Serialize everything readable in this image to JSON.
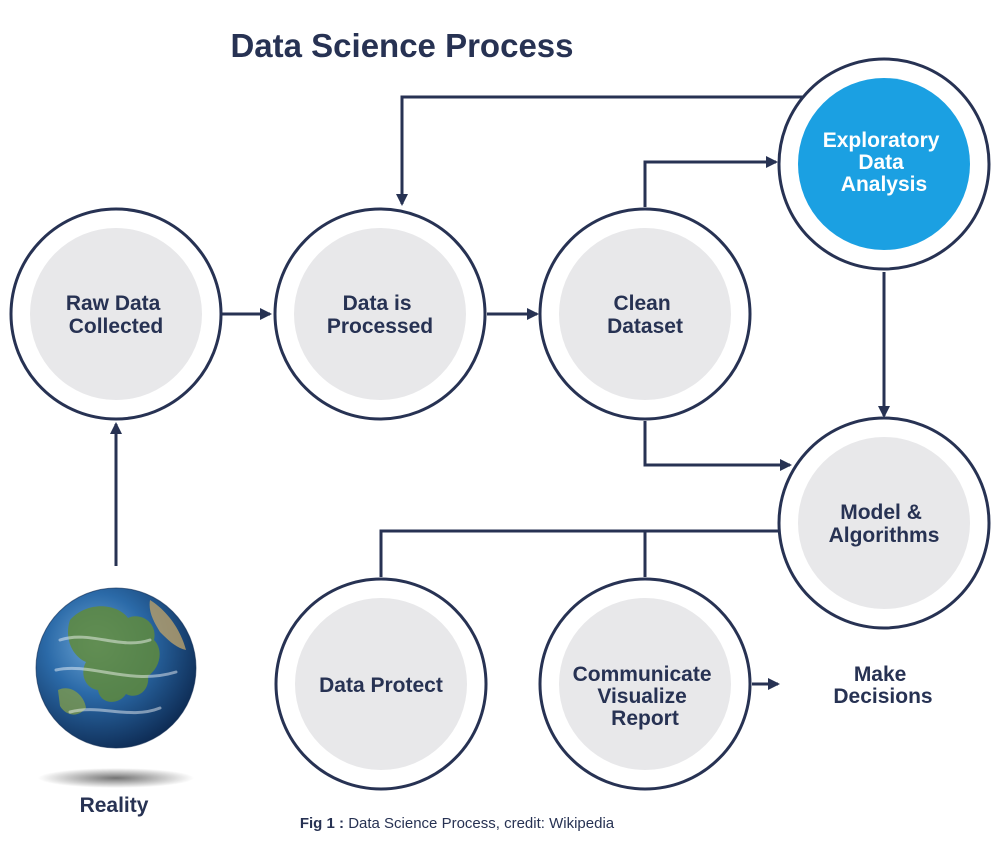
{
  "title": "Data Science Process",
  "caption": {
    "prefix": "Fig 1 :",
    "text": " Data Science Process, credit: Wikipedia"
  },
  "colors": {
    "stroke": "#273253",
    "text": "#273253",
    "inner_fill": "#e8e8ea",
    "highlight_fill": "#1ba0e2",
    "highlight_text": "#ffffff"
  },
  "nodes": {
    "raw": {
      "lines": [
        "Raw Data",
        "Collected"
      ]
    },
    "processed": {
      "lines": [
        "Data is",
        "Processed"
      ]
    },
    "clean": {
      "lines": [
        "Clean",
        "Dataset"
      ]
    },
    "eda": {
      "lines": [
        "Exploratory",
        "Data",
        "Analysis"
      ]
    },
    "model": {
      "lines": [
        "Model &",
        "Algorithms"
      ]
    },
    "protect": {
      "lines": [
        "Data Protect"
      ]
    },
    "communicate": {
      "lines": [
        "Communicate",
        "Visualize",
        "Report"
      ]
    }
  },
  "decisions": {
    "lines": [
      "Make",
      "Decisions"
    ]
  },
  "reality": {
    "label": "Reality",
    "icon": "earth-globe-icon"
  }
}
